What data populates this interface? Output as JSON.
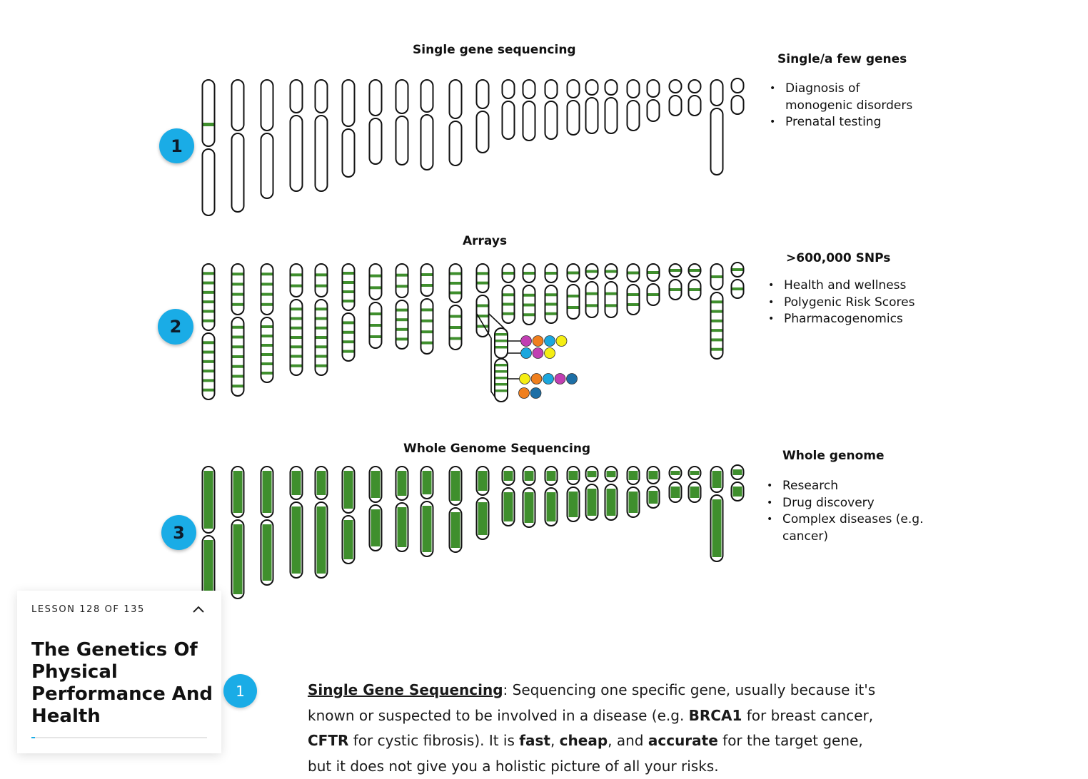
{
  "figure": {
    "panels": [
      {
        "number": "1",
        "title": "Single gene sequencing",
        "mode": "single",
        "side_title": "Single/a few genes",
        "side_items": [
          "Diagnosis of monogenic disorders",
          "Prenatal testing"
        ]
      },
      {
        "number": "2",
        "title": "Arrays",
        "mode": "bands",
        "side_title": ">600,000 SNPs",
        "side_items": [
          "Health and wellness",
          "Polygenic Risk Scores",
          "Pharmacogenomics"
        ]
      },
      {
        "number": "3",
        "title": "Whole Genome Sequencing",
        "mode": "filled",
        "side_title": "Whole genome",
        "side_items": [
          "Research",
          "Drug discovery",
          "Complex diseases (e.g. cancer)"
        ]
      }
    ],
    "colors": {
      "green": "#3f8f2d",
      "outline": "#111111",
      "badge": "#1aace6",
      "snp_colors": [
        "#c13fb2",
        "#f07f1e",
        "#1ba7de",
        "#f5ee13",
        "#1d6fa6"
      ]
    }
  },
  "lesson": {
    "counter": "LESSON 128 OF 135",
    "title": "The Genetics Of Physical Performance And Health",
    "progress": 0.02
  },
  "content": {
    "step": "1",
    "term": "Single Gene Sequencing",
    "text_parts": [
      ": Sequencing one specific gene, usually because it's known or suspected to be involved in a disease (e.g. ",
      "BRCA1",
      " for breast cancer, ",
      "CFTR",
      " for cystic fibrosis). It is ",
      "fast",
      ", ",
      "cheap",
      ", and ",
      "accurate",
      " for the target gene, but it does not give you a holistic picture of all your risks."
    ]
  }
}
